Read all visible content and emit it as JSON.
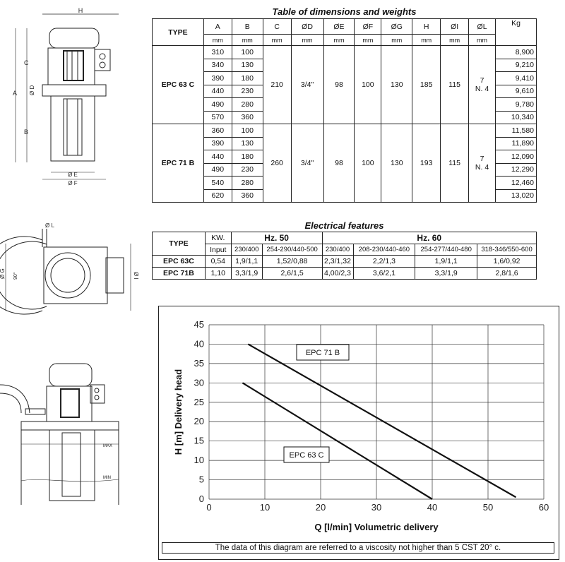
{
  "dims_table": {
    "caption": "Table of dimensions and weights",
    "headers": [
      "TYPE",
      "A",
      "B",
      "C",
      "ØD",
      "ØE",
      "ØF",
      "ØG",
      "H",
      "ØI",
      "ØL",
      "Kg"
    ],
    "units": [
      "mm",
      "mm",
      "mm",
      "mm",
      "mm",
      "mm",
      "mm",
      "mm",
      "mm",
      "mm"
    ],
    "models": [
      {
        "type": "EPC 63 C",
        "A": [
          "310",
          "340",
          "390",
          "440",
          "490",
          "570"
        ],
        "B": [
          "100",
          "130",
          "180",
          "230",
          "280",
          "360"
        ],
        "C": "210",
        "D": "3/4\"",
        "E": "98",
        "F": "100",
        "G": "130",
        "H": "185",
        "I": "115",
        "L1": "7",
        "L2": "N. 4",
        "kg": [
          "8,900",
          "9,210",
          "9,410",
          "9,610",
          "9,780",
          "10,340"
        ]
      },
      {
        "type": "EPC 71 B",
        "A": [
          "360",
          "390",
          "440",
          "490",
          "540",
          "620"
        ],
        "B": [
          "100",
          "130",
          "180",
          "230",
          "280",
          "360"
        ],
        "C": "260",
        "D": "3/4\"",
        "E": "98",
        "F": "100",
        "G": "130",
        "H": "193",
        "I": "115",
        "L1": "7",
        "L2": "N. 4",
        "kg": [
          "11,580",
          "11,890",
          "12,090",
          "12,290",
          "12,460",
          "13,020"
        ]
      }
    ]
  },
  "elec_table": {
    "caption": "Electrical features",
    "type_header": "TYPE",
    "kw_header": "KW.",
    "input_header": "Input",
    "hz50": "Hz. 50",
    "hz60": "Hz. 60",
    "voltages": [
      "230/400",
      "254-290/440-500",
      "230/400",
      "208-230/440-460",
      "254-277/440-480",
      "318-346/550-600"
    ],
    "rows": [
      {
        "type": "EPC 63C",
        "kw": "0,54",
        "vals": [
          "1,9/1,1",
          "1,52/0,88",
          "2,3/1,32",
          "2,2/1,3",
          "1,9/1,1",
          "1,6/0,92"
        ]
      },
      {
        "type": "EPC 71B",
        "kw": "1,10",
        "vals": [
          "3,3/1,9",
          "2,6/1,5",
          "4,00/2,3",
          "3,6/2,1",
          "3,3/1,9",
          "2,8/1,6"
        ]
      }
    ]
  },
  "drawing_labels": {
    "H": "H",
    "A": "A",
    "C": "C",
    "B": "B",
    "D": "Ø D",
    "E": "Ø E",
    "F": "Ø F",
    "L": "Ø L",
    "G": "Ø G",
    "I": "Ø I",
    "deg": "90°",
    "max": "MAX",
    "min": "MIN"
  },
  "chart_data": {
    "type": "line",
    "xlabel": "Q [l/min] Volumetric delivery",
    "ylabel": "H [m] Delivery head",
    "xlim": [
      0,
      60
    ],
    "ylim": [
      0,
      45
    ],
    "xticks": [
      0,
      10,
      20,
      30,
      40,
      50,
      60
    ],
    "yticks": [
      0,
      5,
      10,
      15,
      20,
      25,
      30,
      35,
      40,
      45
    ],
    "grid": true,
    "series": [
      {
        "name": "EPC 71 B",
        "x": [
          7,
          55
        ],
        "y": [
          40,
          0.5
        ]
      },
      {
        "name": "EPC 63 C",
        "x": [
          6,
          40
        ],
        "y": [
          30,
          0
        ]
      }
    ],
    "note": "The data of this diagram are referred to a viscosity not higher than 5 CST 20° c."
  }
}
